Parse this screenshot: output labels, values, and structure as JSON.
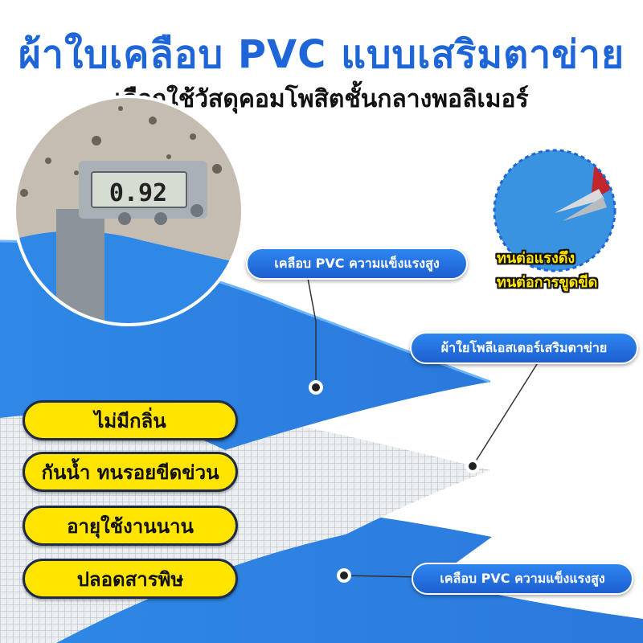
{
  "header": {
    "title": "ผ้าใบเคลือบ PVC แบบเสริมตาข่าย",
    "subtitle": "เลือกใช้วัสดุคอมโพสิตชั้นกลางพอลิเมอร์"
  },
  "callouts": {
    "top_layer": "เคลือบ PVC ความแข็งแรงสูง",
    "middle_layer": "ผ้าใยโพลีเอสเตอร์เสริมตาข่าย",
    "bottom_layer": "เคลือบ PVC ความแข็งแรงสูง"
  },
  "features": [
    "ไม่มีกลิ่น",
    "กันน้ำ ทนรอยขีดข่วน",
    "อายุใช้งานนาน",
    "ปลอดสารพิษ"
  ],
  "strength_badge": {
    "line1": "ทนต่อแรงดึง",
    "line2": "ทนต่อการขูดขีด"
  },
  "caliper": {
    "reading": "0.92"
  },
  "colors": {
    "brand_blue": "#1e66d8",
    "pvc_blue": "#2f88e6",
    "feature_yellow": "#ffe400"
  }
}
